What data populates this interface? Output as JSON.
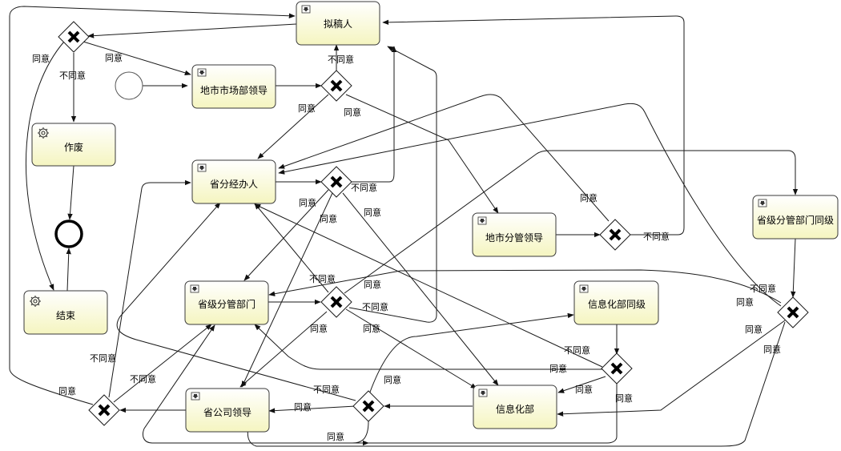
{
  "tasks": {
    "drafter": {
      "label": "拟稿人",
      "kind": "user"
    },
    "city_market_lead": {
      "label": "地市市场部领导",
      "kind": "user"
    },
    "void": {
      "label": "作废",
      "kind": "service"
    },
    "prov_handler": {
      "label": "省分经办人",
      "kind": "user"
    },
    "city_branch_lead": {
      "label": "地市分管领导",
      "kind": "user"
    },
    "prov_branch_same": {
      "label": "省级分管部门同级",
      "kind": "user"
    },
    "prov_branch_dept": {
      "label": "省级分管部门",
      "kind": "user"
    },
    "it_dept_same": {
      "label": "信息化部同级",
      "kind": "user"
    },
    "finish": {
      "label": "结束",
      "kind": "service"
    },
    "prov_company_lead": {
      "label": "省公司领导",
      "kind": "user"
    },
    "it_dept": {
      "label": "信息化部",
      "kind": "user"
    }
  },
  "edge_labels": {
    "agree": "同意",
    "disagree": "不同意"
  },
  "colors": {
    "task_fill_top": "#ffffff",
    "task_fill_bottom": "#f7f7c6",
    "stroke": "#1a1a1a"
  }
}
